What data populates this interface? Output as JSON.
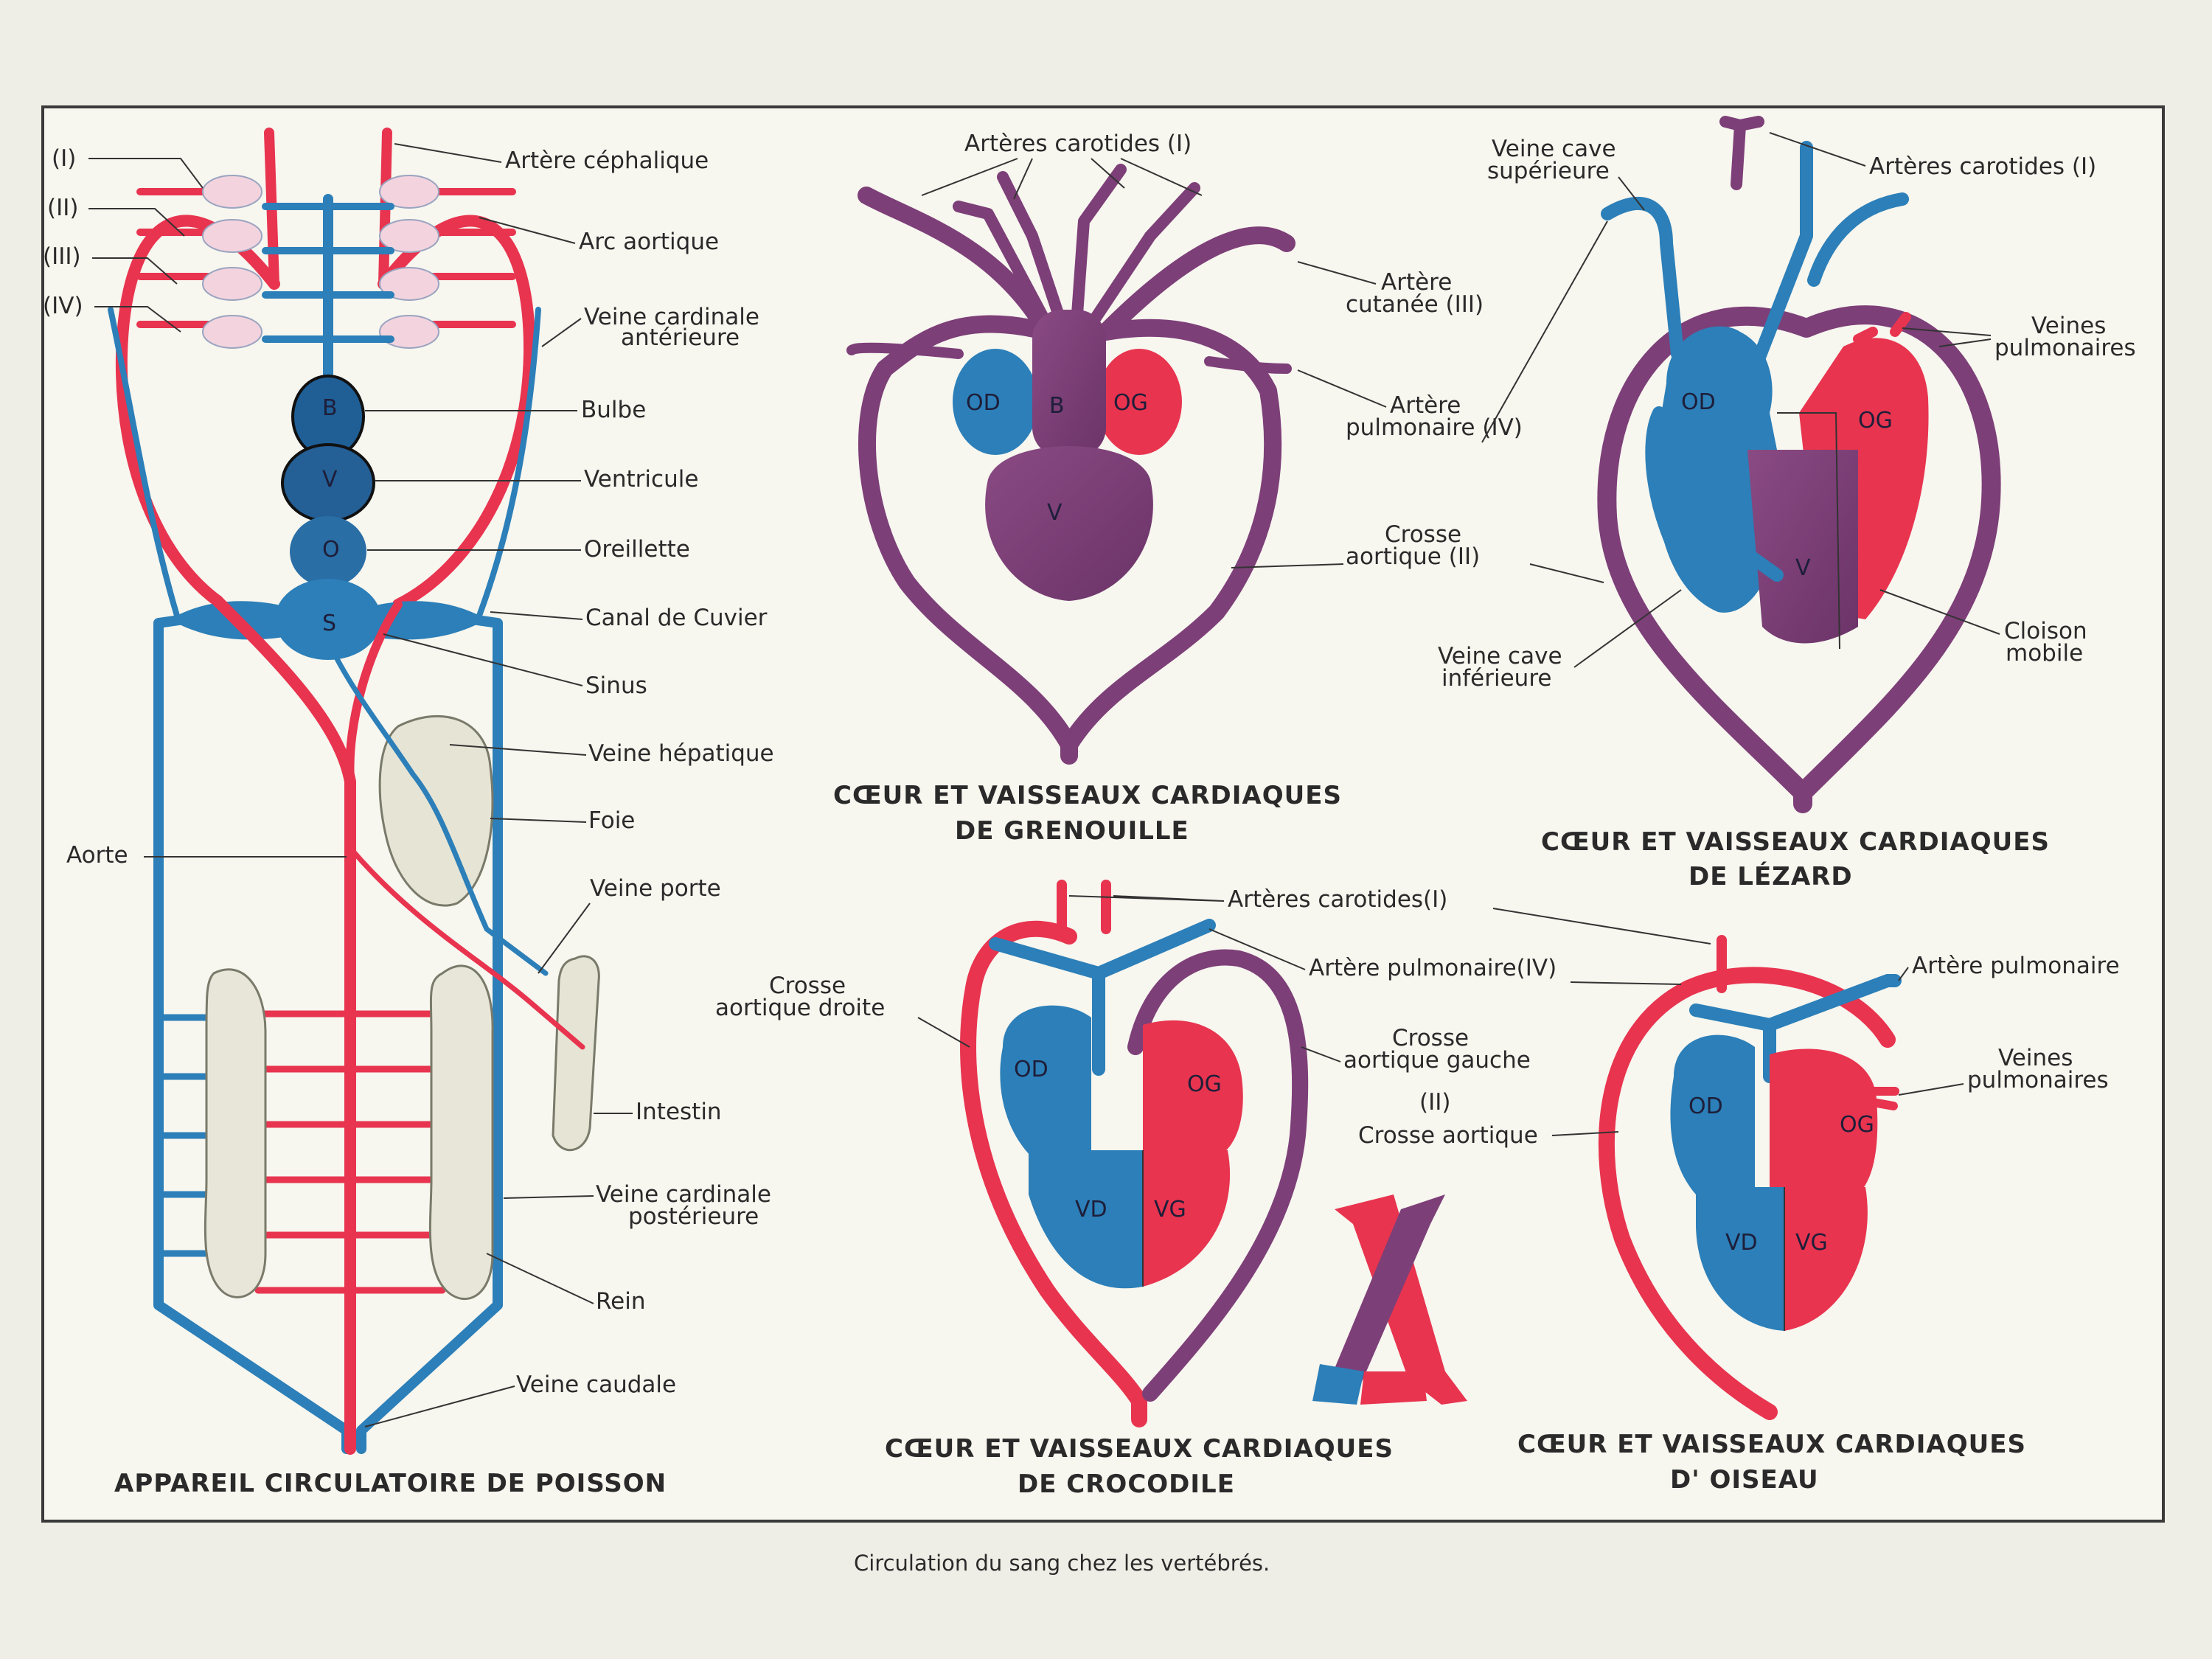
{
  "colors": {
    "artery": "#e8344f",
    "vein": "#2c7fb8",
    "mixed": "#7d3f78",
    "paper": "#efeee6",
    "ink": "#2a2a2a"
  },
  "fish": {
    "title": "APPAREIL CIRCULATOIRE DE POISSON",
    "arches": [
      "(I)",
      "(II)",
      "(III)",
      "(IV)"
    ],
    "heart": {
      "b": "B",
      "v": "V",
      "o": "O",
      "s": "S"
    },
    "labels": {
      "cephalique": "Artère céphalique",
      "arc": "Arc aortique",
      "cardant1": "Veine cardinale",
      "cardant2": "antérieure",
      "bulbe": "Bulbe",
      "ventricule": "Ventricule",
      "oreillette": "Oreillette",
      "cuvier": "Canal de Cuvier",
      "sinus": "Sinus",
      "hepatique": "Veine hépatique",
      "foie": "Foie",
      "aorte": "Aorte",
      "porte": "Veine porte",
      "intestin": "Intestin",
      "cardpost1": "Veine cardinale",
      "cardpost2": "postérieure",
      "rein": "Rein",
      "caudale": "Veine caudale"
    }
  },
  "frog": {
    "title1": "CŒUR ET VAISSEAUX CARDIAQUES",
    "title2": "DE GRENOUILLE",
    "inner": {
      "od": "OD",
      "b": "B",
      "og": "OG",
      "v": "V"
    },
    "labels": {
      "carotides": "Artères carotides (I)",
      "cutanee1": "Artère",
      "cutanee2": "cutanée (III)",
      "pulm1": "Artère",
      "pulm2": "pulmonaire (IV)",
      "crosse1": "Crosse",
      "crosse2": "aortique (II)"
    }
  },
  "lizard": {
    "title1": "CŒUR ET VAISSEAUX CARDIAQUES",
    "title2": "DE LÉZARD",
    "inner": {
      "od": "OD",
      "og": "OG",
      "v": "V"
    },
    "labels": {
      "vcs1": "Veine cave",
      "vcs2": "supérieure",
      "carotides": "Artères carotides (I)",
      "vpulm1": "Veines",
      "vpulm2": "pulmonaires",
      "cloison1": "Cloison",
      "cloison2": "mobile",
      "vci1": "Veine cave",
      "vci2": "inférieure"
    }
  },
  "croc": {
    "title1": "CŒUR ET VAISSEAUX CARDIAQUES",
    "title2": "DE CROCODILE",
    "inner": {
      "od": "OD",
      "og": "OG",
      "vd": "VD",
      "vg": "VG"
    },
    "labels": {
      "carotides": "Artères carotides(I)",
      "apulm": "Artère pulmonaire(IV)",
      "cad1": "Crosse",
      "cad2": "aortique droite",
      "cag1": "Crosse",
      "cag2": "aortique gauche",
      "ii": "(II)",
      "ca": "Crosse aortique"
    }
  },
  "bird": {
    "title1": "CŒUR ET VAISSEAUX CARDIAQUES",
    "title2": "D' OISEAU",
    "inner": {
      "od": "OD",
      "og": "OG",
      "vd": "VD",
      "vg": "VG"
    },
    "labels": {
      "apulm": "Artère pulmonaire",
      "vpulm1": "Veines",
      "vpulm2": "pulmonaires"
    }
  },
  "caption": "Circulation du sang chez les vertébrés."
}
